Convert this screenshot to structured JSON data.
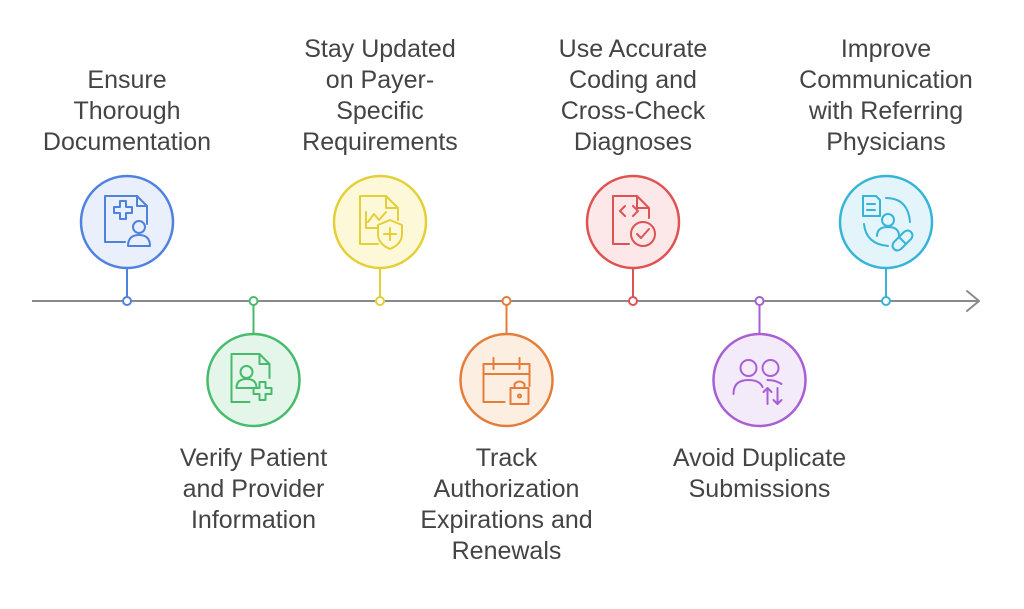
{
  "timeline": {
    "steps": [
      {
        "label": "Ensure Thorough Documentation",
        "icon": "document-medical-user-icon",
        "color": "#4f81e0",
        "fill": "#e9f0fc"
      },
      {
        "label": "Verify Patient and Provider Information",
        "icon": "document-user-plus-icon",
        "color": "#47bb6c",
        "fill": "#e4f6ea"
      },
      {
        "label": "Stay Updated on Payer-Specific Requirements",
        "icon": "document-chart-shield-icon",
        "color": "#e4cf38",
        "fill": "#fdf9d8"
      },
      {
        "label": "Track Authorization Expirations and Renewals",
        "icon": "calendar-lock-icon",
        "color": "#e57d38",
        "fill": "#fdeee2"
      },
      {
        "label": "Use Accurate Coding and Cross-Check Diagnoses",
        "icon": "code-file-check-icon",
        "color": "#e05252",
        "fill": "#fce8e8"
      },
      {
        "label": "Avoid Duplicate Submissions",
        "icon": "users-swap-arrows-icon",
        "color": "#a85fd4",
        "fill": "#f4ebfa"
      },
      {
        "label": "Improve Communication with Referring Physicians",
        "icon": "document-doctor-pill-icon",
        "color": "#36b4d8",
        "fill": "#e3f5fb"
      }
    ]
  }
}
